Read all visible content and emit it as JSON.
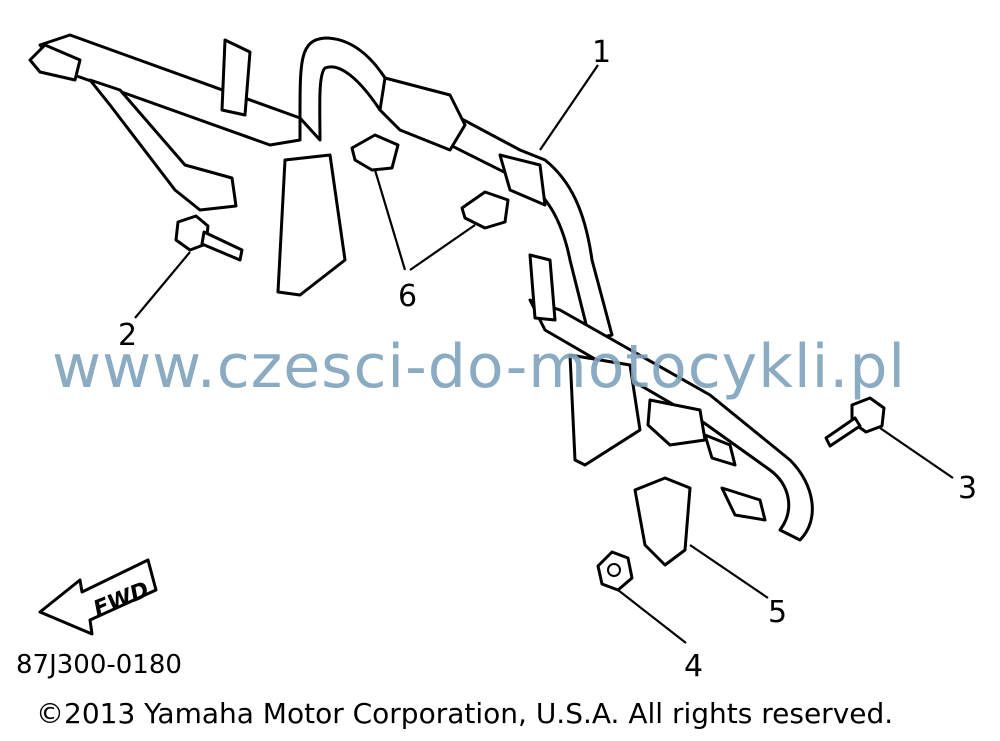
{
  "diagram": {
    "callouts": [
      {
        "id": "1",
        "label": "1"
      },
      {
        "id": "2",
        "label": "2"
      },
      {
        "id": "3",
        "label": "3"
      },
      {
        "id": "4",
        "label": "4"
      },
      {
        "id": "5",
        "label": "5"
      },
      {
        "id": "6",
        "label": "6"
      }
    ],
    "fwd_label": "FWD",
    "watermark": "www.czesci-do-motocykli.pl",
    "diagram_code": "87J300-0180",
    "copyright": "©2013 Yamaha Motor Corporation, U.S.A. All rights reserved."
  }
}
